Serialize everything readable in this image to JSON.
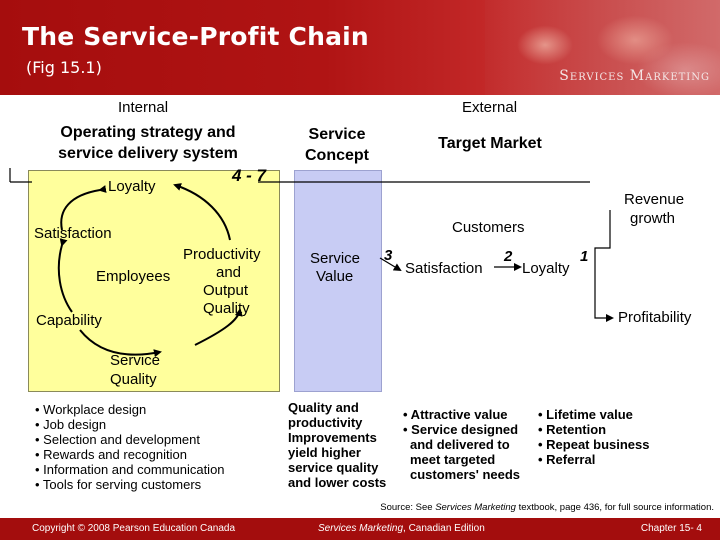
{
  "header": {
    "title": "The Service-Profit Chain",
    "subtitle": "(Fig 15.1)",
    "brand": "Services Marketing"
  },
  "sections": {
    "internal": "Internal",
    "external": "External"
  },
  "columns": {
    "operating": "Operating strategy and service delivery system",
    "concept": "Service Concept",
    "target": "Target Market"
  },
  "internal_cycle": {
    "loyalty": "Loyalty",
    "step_range": "4 - 7",
    "satisfaction": "Satisfaction",
    "employees": "Employees",
    "capability": "Capability",
    "productivity": [
      "Productivity",
      "and",
      "Output",
      "Quality"
    ],
    "service_quality": [
      "Service",
      "Quality"
    ]
  },
  "service_value": {
    "label": [
      "Service",
      "Value"
    ],
    "step": "3"
  },
  "external_chain": {
    "customers": "Customers",
    "satisfaction": "Satisfaction",
    "step_satisfaction": "2",
    "loyalty": "Loyalty",
    "step_loyalty": "1",
    "revenue_growth": [
      "Revenue",
      "growth"
    ],
    "profitability": "Profitability"
  },
  "lists": {
    "internal": [
      "• Workplace design",
      "• Job design",
      "• Selection and development",
      "• Rewards and recognition",
      "• Information and communication",
      "• Tools for serving customers"
    ],
    "concept": [
      "Quality and",
      "productivity",
      "Improvements",
      "yield higher",
      "service quality",
      "and lower costs"
    ],
    "attributes": [
      "• Attractive value",
      "• Service designed",
      "  and delivered to",
      "  meet targeted",
      "  customers' needs"
    ],
    "results": [
      "• Lifetime value",
      "• Retention",
      "• Repeat business",
      "• Referral"
    ]
  },
  "source": {
    "prefix": "Source: See ",
    "book": "Services Marketing",
    "suffix": " textbook, page 436, for full source information."
  },
  "footer": {
    "copyright": "Copyright © 2008 Pearson Education Canada",
    "book": "Services Marketing",
    "edition": ", Canadian Edition",
    "chapter": "Chapter 15- 4"
  },
  "colors": {
    "header_red": "#a50d0d",
    "internal_panel": "#ffff9c",
    "concept_panel": "#c8ccf4"
  }
}
